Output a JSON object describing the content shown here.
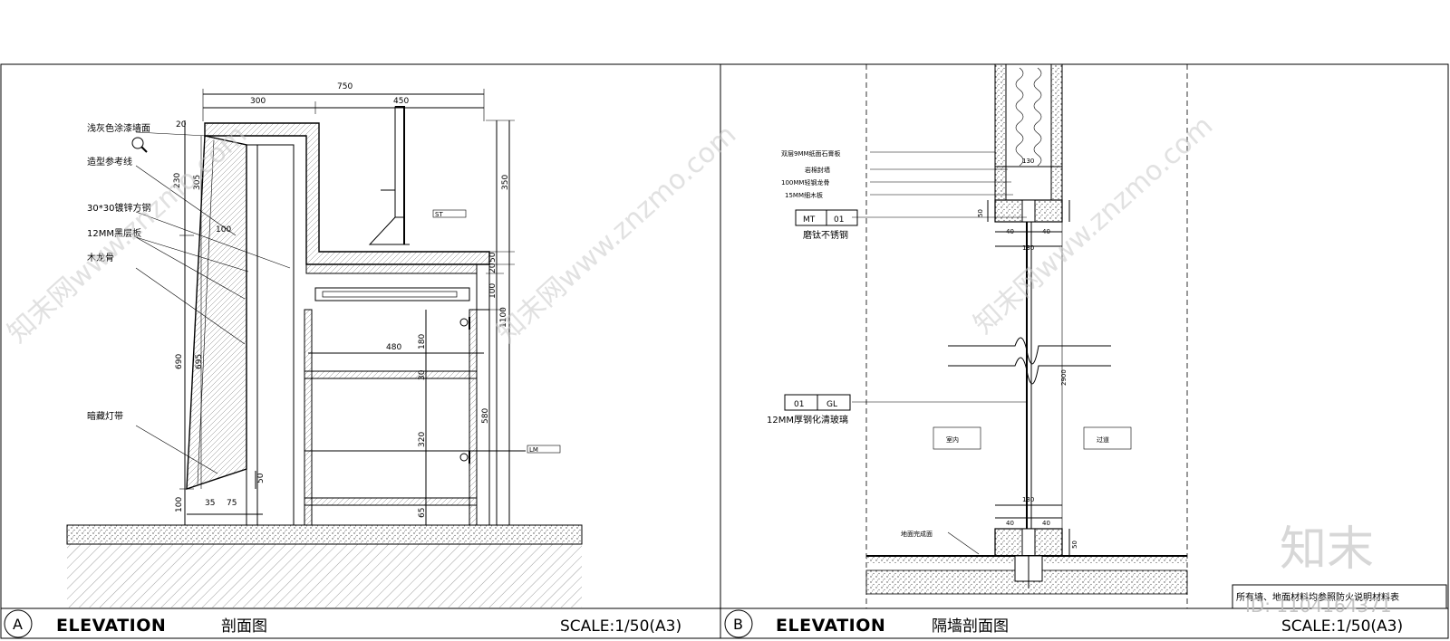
{
  "left_panel": {
    "callouts": [
      "浅灰色涂漆墙面",
      "造型参考线",
      "30*30镀锌方钢",
      "12MM黑层板",
      "木龙骨",
      "暗藏灯带"
    ],
    "dimensions": {
      "top_total": "750",
      "top_left": "300",
      "top_right": "450",
      "d20": "20",
      "d230": "230",
      "d305": "305",
      "d100": "100",
      "d690": "690",
      "d695": "695",
      "d100b": "100",
      "d35": "35",
      "d75": "75",
      "d50": "50",
      "d350": "350",
      "d1100": "1100",
      "d50r": "50",
      "d20r": "20",
      "d100r": "100",
      "d480": "480",
      "d180": "180",
      "d30": "30",
      "d320": "320",
      "d580": "580",
      "d65": "65"
    },
    "tags": [
      "ST",
      "LM"
    ]
  },
  "right_panel": {
    "callouts": [
      "双层9MM纸面石膏板",
      "岩棉封墙",
      "100MM轻钢龙骨",
      "15MM细木板"
    ],
    "tag_mt": [
      "MT",
      "01"
    ],
    "tag_mt_note": "磨钛不锈钢",
    "tag_gl": [
      "01",
      "GL"
    ],
    "tag_gl_note": "12MM厚钢化清玻璃",
    "room_left": "室内",
    "room_right": "过道",
    "floor_note": "地面完成面",
    "dimensions": {
      "d130a": "130",
      "d50a": "50",
      "d40a": "40",
      "d40b": "40",
      "d130b": "130",
      "d2900": "2900",
      "d130c": "130",
      "d40c": "40",
      "d40d": "40",
      "d50b": "50"
    },
    "footer_note": "所有墙、地面材料均参照防火说明材料表"
  },
  "title_blocks": [
    {
      "letter": "A",
      "title": "ELEVATION",
      "subtitle": "剖面图",
      "scale": "SCALE:1/50(A3)"
    },
    {
      "letter": "B",
      "title": "ELEVATION",
      "subtitle": "隔墙剖面图",
      "scale": "SCALE:1/50(A3)"
    }
  ],
  "watermarks": {
    "site": "知末网www.znzmo.com",
    "brand": "知末",
    "id": "ID: 1104164371"
  }
}
